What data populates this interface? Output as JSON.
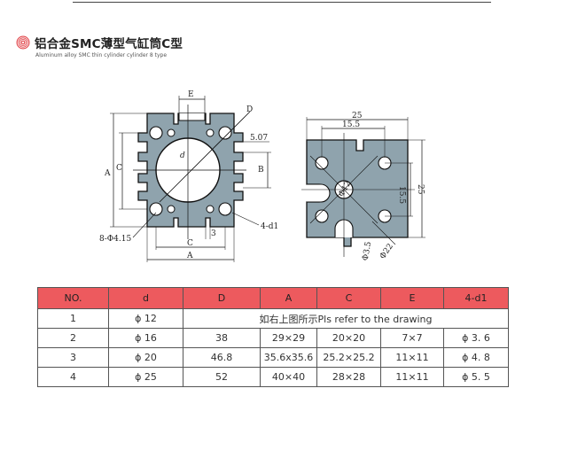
{
  "header": {
    "title": "铝合金SMC薄型气缸筒C型",
    "subtitle": "Aluminum alloy SMC thin cylinder cylinder 8 type",
    "icon": "target-rings-icon",
    "accent": "#e2474c"
  },
  "drawing_left": {
    "label_E": "E",
    "label_D": "D",
    "label_d": "d",
    "label_507": "5.07",
    "label_B": "B",
    "label_A_side": "A",
    "label_C_side": "C",
    "label_8phi": "8-Φ4.15",
    "label_3": "3",
    "label_C_bottom": "C",
    "label_A_bottom": "A",
    "label_4d1": "4-d1"
  },
  "drawing_right": {
    "label_25_top": "25",
    "label_155_top": "15.5",
    "label_155_side": "15.5",
    "label_25_side": "25",
    "label_phi12": "Φ12",
    "label_phi35": "Φ3.5",
    "label_phi22": "Φ22"
  },
  "table": {
    "headers": [
      "NO.",
      "d",
      "D",
      "A",
      "C",
      "E",
      "4-d1"
    ],
    "row1": {
      "no": "1",
      "d": "ϕ 12",
      "merged": "如右上图所示Pls refer to the drawing"
    },
    "rows": [
      [
        "2",
        "ϕ 16",
        "38",
        "29×29",
        "20×20",
        "7×7",
        "ϕ 3. 6"
      ],
      [
        "3",
        "ϕ 20",
        "46.8",
        "35.6x35.6",
        "25.2×25.2",
        "11×11",
        "ϕ 4. 8"
      ],
      [
        "4",
        "ϕ 25",
        "52",
        "40×40",
        "28×28",
        "11×11",
        "ϕ 5. 5"
      ]
    ],
    "header_color": "#ed5a5e"
  }
}
